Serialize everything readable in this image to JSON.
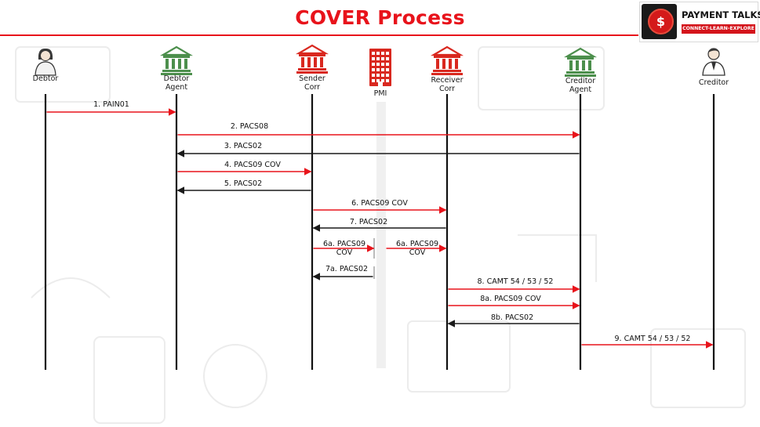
{
  "header": {
    "title": "COVER Process",
    "logo_name": "PAYMENT TALKS",
    "logo_tagline": "CONNECT-LEARN-EXPLORE",
    "logo_symbol": "$"
  },
  "colors": {
    "accent": "#e8131b",
    "forward_arrow": "#e8131b",
    "return_arrow": "#1a1a1a",
    "bank_green": "#4c8f4c",
    "bank_red": "#d9281f",
    "lifeline": "#111111"
  },
  "participants": [
    {
      "id": "debtor",
      "label": [
        "Debtor"
      ],
      "icon": "person-female-icon"
    },
    {
      "id": "debtor_agent",
      "label": [
        "Debtor",
        "Agent"
      ],
      "icon": "bank-green-icon"
    },
    {
      "id": "sender_corr",
      "label": [
        "Sender",
        "Corr"
      ],
      "icon": "bank-red-icon"
    },
    {
      "id": "pmi",
      "label": [
        "PMI"
      ],
      "icon": "building-red-icon"
    },
    {
      "id": "receiver_corr",
      "label": [
        "Receiver",
        "Corr"
      ],
      "icon": "bank-red-icon"
    },
    {
      "id": "creditor_agent",
      "label": [
        "Creditor",
        "Agent"
      ],
      "icon": "bank-green-icon"
    },
    {
      "id": "creditor",
      "label": [
        "Creditor"
      ],
      "icon": "person-male-icon"
    }
  ],
  "messages": [
    {
      "from": "debtor",
      "to": "debtor_agent",
      "label": [
        "1. PAIN01"
      ],
      "kind": "request"
    },
    {
      "from": "debtor_agent",
      "to": "creditor_agent",
      "label": [
        "2. PACS08"
      ],
      "kind": "request"
    },
    {
      "from": "creditor_agent",
      "to": "debtor_agent",
      "label": [
        "3. PACS02"
      ],
      "kind": "response"
    },
    {
      "from": "debtor_agent",
      "to": "sender_corr",
      "label": [
        "4. PACS09 COV"
      ],
      "kind": "request"
    },
    {
      "from": "sender_corr",
      "to": "debtor_agent",
      "label": [
        "5. PACS02"
      ],
      "kind": "response"
    },
    {
      "from": "sender_corr",
      "to": "receiver_corr",
      "label": [
        "6. PACS09 COV"
      ],
      "kind": "request"
    },
    {
      "from": "receiver_corr",
      "to": "sender_corr",
      "label": [
        "7. PACS02"
      ],
      "kind": "response"
    },
    {
      "from": "sender_corr",
      "to": "pmi",
      "label": [
        "6a. PACS09",
        "COV"
      ],
      "kind": "request"
    },
    {
      "from": "pmi",
      "to": "receiver_corr",
      "label": [
        "6a. PACS09",
        "COV"
      ],
      "kind": "request"
    },
    {
      "from": "pmi",
      "to": "sender_corr",
      "label": [
        "7a. PACS02"
      ],
      "kind": "response"
    },
    {
      "from": "receiver_corr",
      "to": "creditor_agent",
      "label": [
        "8. CAMT 54 / 53 / 52"
      ],
      "kind": "request"
    },
    {
      "from": "receiver_corr",
      "to": "creditor_agent",
      "label": [
        "8a. PACS09 COV"
      ],
      "kind": "request"
    },
    {
      "from": "creditor_agent",
      "to": "receiver_corr",
      "label": [
        "8b. PACS02"
      ],
      "kind": "response"
    },
    {
      "from": "creditor_agent",
      "to": "creditor",
      "label": [
        "9. CAMT 54 / 53 / 52"
      ],
      "kind": "request"
    }
  ]
}
